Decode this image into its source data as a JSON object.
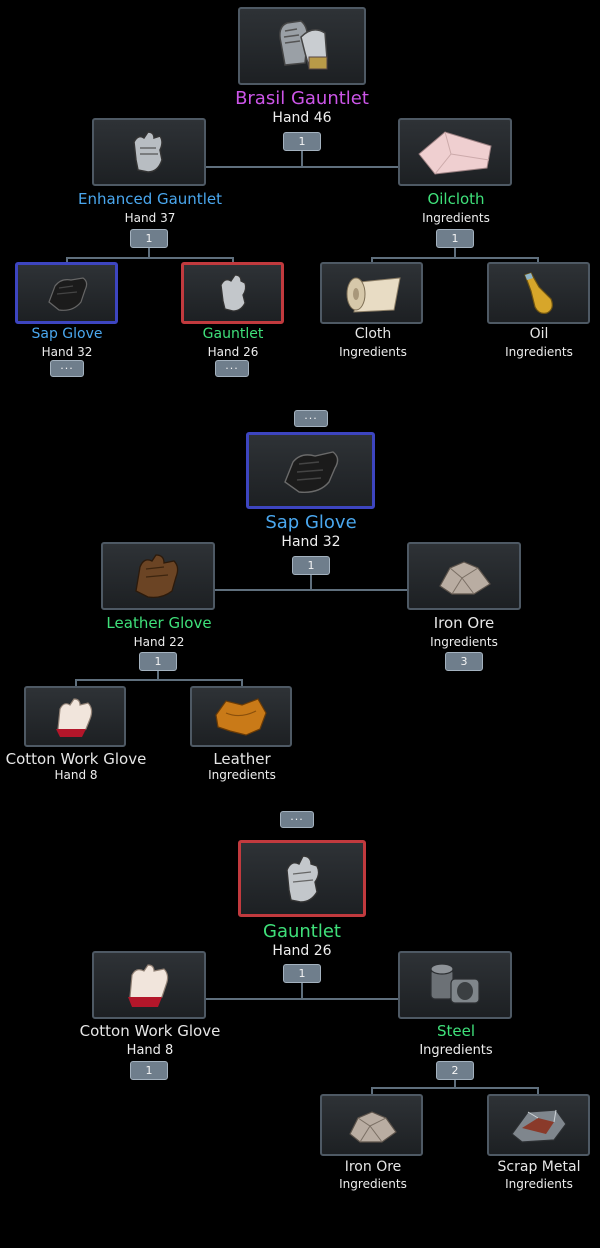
{
  "tree1": {
    "root": {
      "name": "Brasil Gauntlet",
      "sub": "Hand 46",
      "qty": "1"
    },
    "c1": {
      "name": "Enhanced Gauntlet",
      "sub": "Hand 37",
      "qty": "1"
    },
    "c2": {
      "name": "Oilcloth",
      "sub": "Ingredients",
      "qty": "1"
    },
    "g1": {
      "name": "Sap Glove",
      "sub": "Hand 32",
      "more": "···"
    },
    "g2": {
      "name": "Gauntlet",
      "sub": "Hand 26",
      "more": "···"
    },
    "g3": {
      "name": "Cloth",
      "sub": "Ingredients"
    },
    "g4": {
      "name": "Oil",
      "sub": "Ingredients"
    }
  },
  "tree2": {
    "more": "···",
    "root": {
      "name": "Sap Glove",
      "sub": "Hand 32",
      "qty": "1"
    },
    "c1": {
      "name": "Leather Glove",
      "sub": "Hand 22",
      "qty": "1"
    },
    "c2": {
      "name": "Iron Ore",
      "sub": "Ingredients",
      "qty": "3"
    },
    "g1": {
      "name": "Cotton Work Glove",
      "sub": "Hand 8"
    },
    "g2": {
      "name": "Leather",
      "sub": "Ingredients"
    }
  },
  "tree3": {
    "more": "···",
    "root": {
      "name": "Gauntlet",
      "sub": "Hand 26",
      "qty": "1"
    },
    "c1": {
      "name": "Cotton Work Glove",
      "sub": "Hand 8",
      "qty": "1"
    },
    "c2": {
      "name": "Steel",
      "sub": "Ingredients",
      "qty": "2"
    },
    "g1": {
      "name": "Iron Ore",
      "sub": "Ingredients"
    },
    "g2": {
      "name": "Scrap Metal",
      "sub": "Ingredients"
    }
  },
  "colors": {
    "epic": "#cc55e8",
    "rare": "#4aa7ee",
    "uncommon": "#3fe07a",
    "common": "#e6e6e6",
    "rare_border": "#3d45c0",
    "red_border": "#c13a3e"
  }
}
